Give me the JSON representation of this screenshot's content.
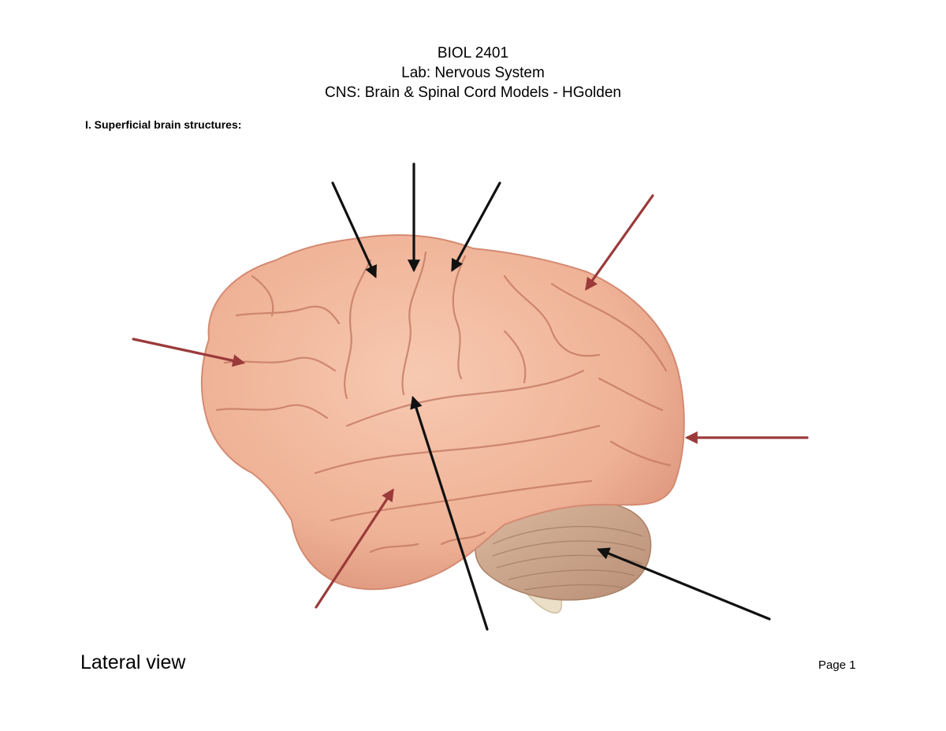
{
  "header": {
    "course": "BIOL 2401",
    "lab": "Lab: Nervous System",
    "subtitle": "CNS: Brain & Spinal Cord Models - HGolden"
  },
  "section": {
    "heading": "I. Superficial brain structures:"
  },
  "figure": {
    "subject": "brain-model-lateral",
    "arrow_colors": {
      "black": "#111111",
      "red": "#9b3a3a"
    },
    "brain_colors": {
      "cortex": "#f1b79e",
      "cortex_shadow": "#d98f78",
      "sulcus": "#c57a66",
      "cerebellum": "#c9a58d",
      "brainstem": "#e9ddc5"
    }
  },
  "footer": {
    "view_label": "Lateral view",
    "page": "Page 1"
  }
}
